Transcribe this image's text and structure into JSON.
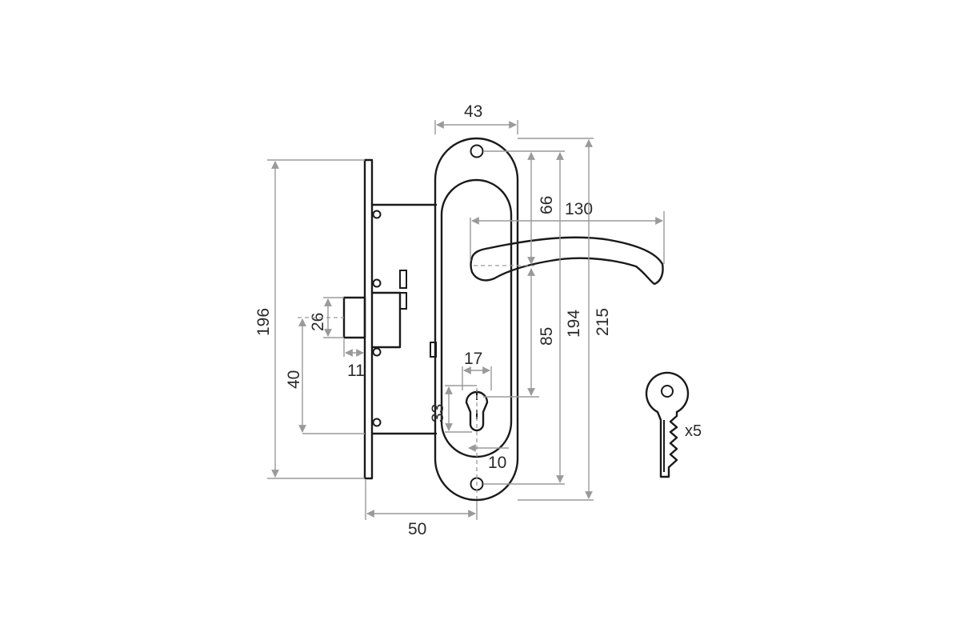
{
  "dimensions": {
    "plate_width": "43",
    "top_hole_to_handle": "66",
    "handle_length": "130",
    "plate_length_196": "196",
    "latch_height": "26",
    "latch_throw": "11",
    "backset_40": "40",
    "cylinder_width": "17",
    "cylinder_height": "33",
    "cylinder_offset": "10",
    "handle_to_cylinder": "85",
    "hole_spacing": "194",
    "overall_plate_length": "215",
    "backset_50": "50"
  },
  "key_count": "x5",
  "colors": {
    "outline": "#1a1a1a",
    "dimension_line": "#9a9a9a",
    "text": "#2a2a2a",
    "background": "#ffffff"
  }
}
